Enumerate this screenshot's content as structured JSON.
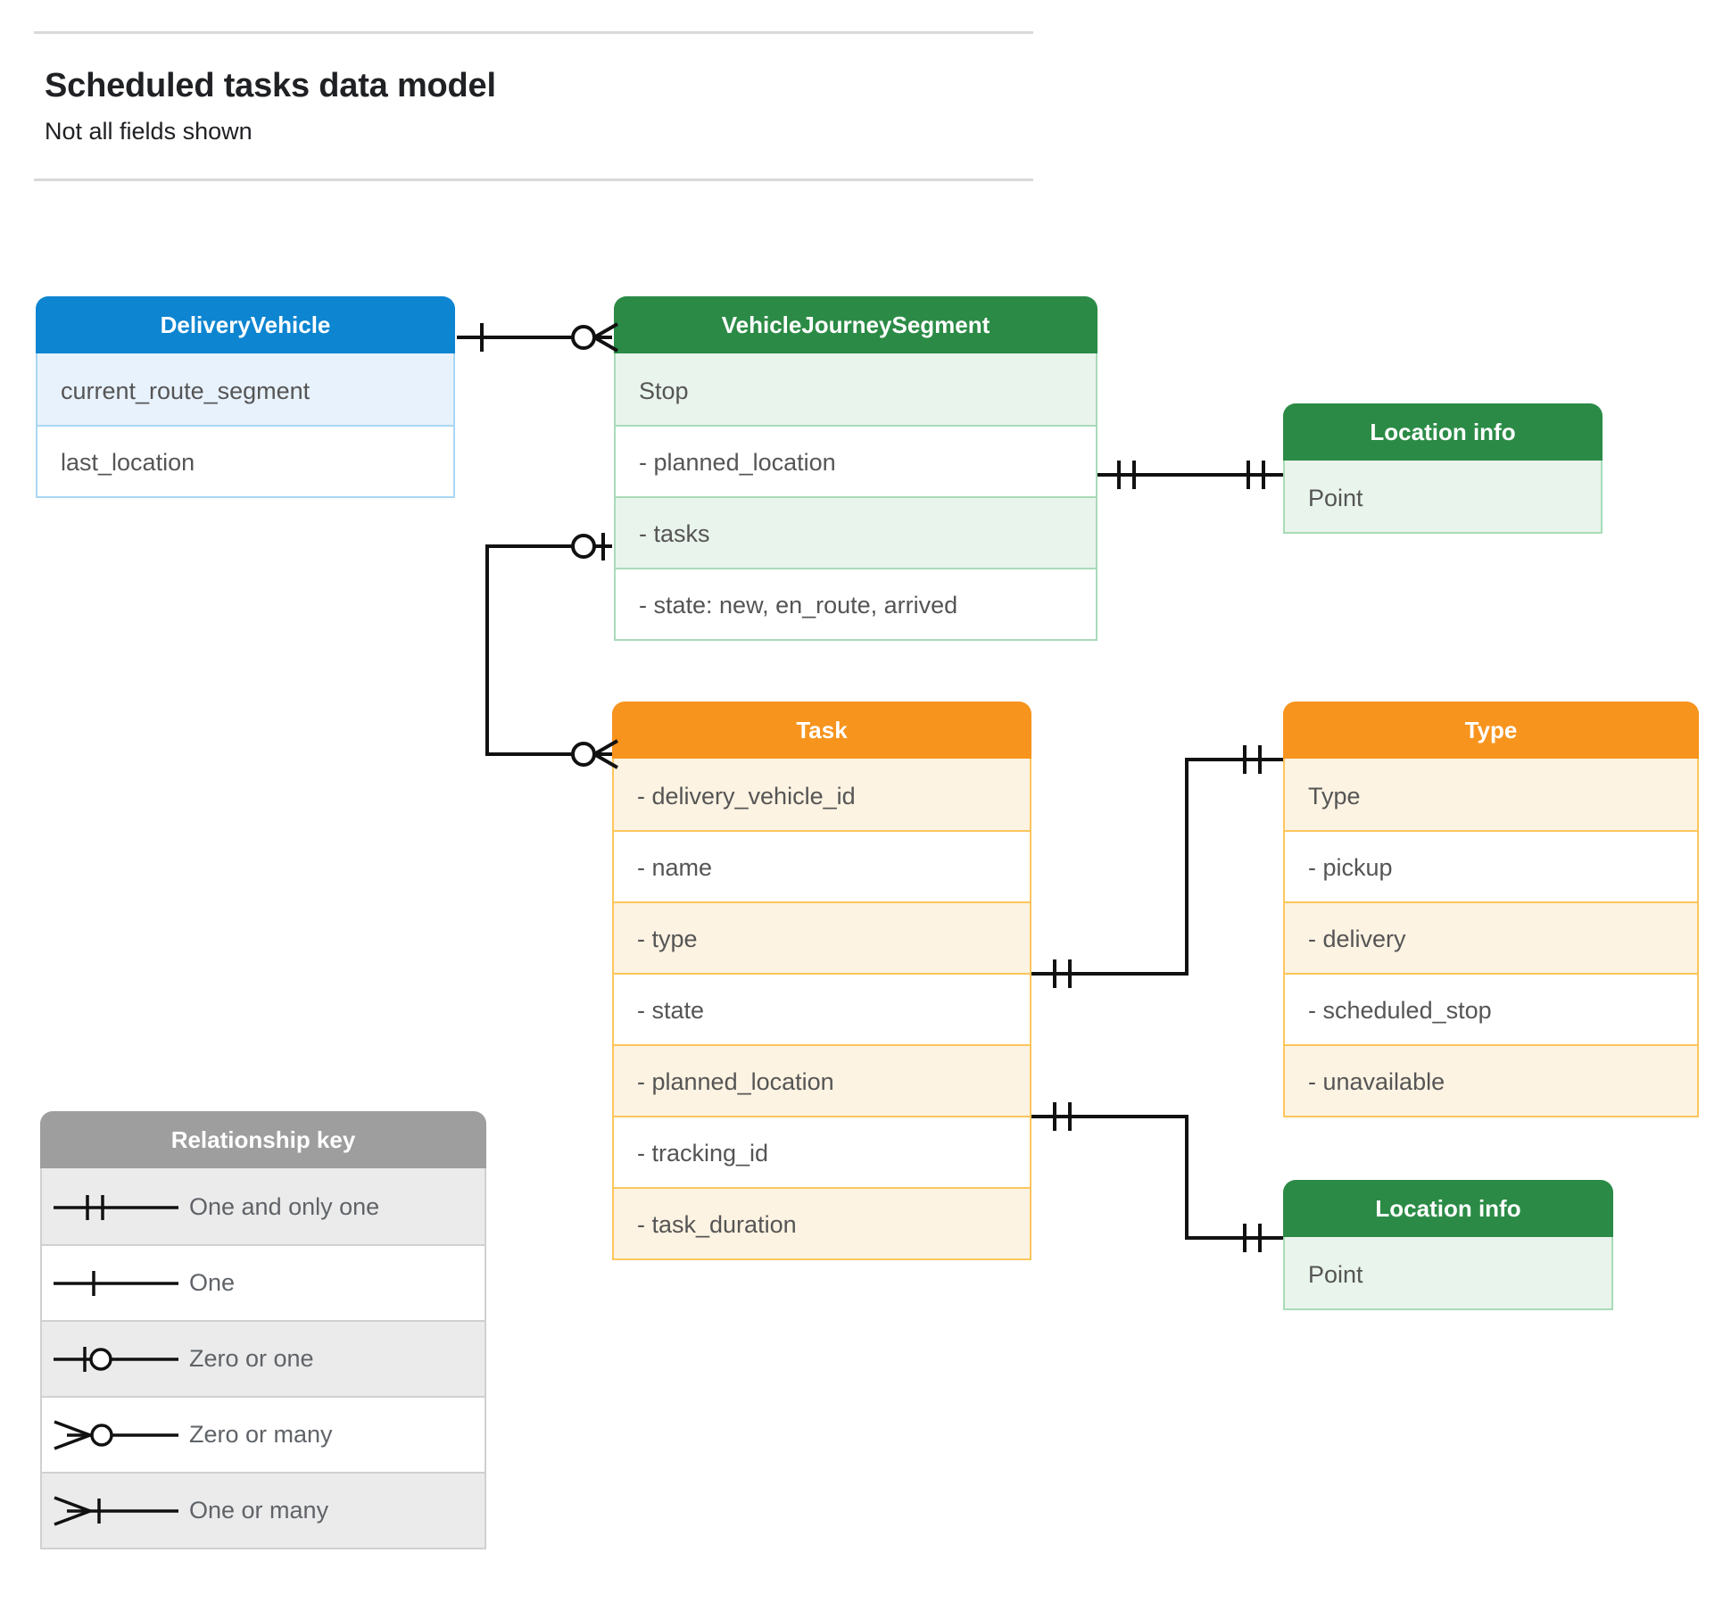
{
  "header": {
    "title": "Scheduled tasks data model",
    "subtitle": "Not all fields shown"
  },
  "colors": {
    "blue_header": "#0d85d1",
    "blue_tint": "#e8f2fd",
    "blue_border": "#a9d7f4",
    "green_header": "#2b8b46",
    "green_tint": "#e9f4ec",
    "green_border": "#a8dbb8",
    "orange_header": "#f7941e",
    "orange_tint": "#fdf3e2",
    "orange_border": "#fcc65c",
    "grey_header": "#9e9e9e",
    "grey_tint": "#ebebeb",
    "line": "#000000",
    "text": "#555555"
  },
  "entities": {
    "delivery_vehicle": {
      "title": "DeliveryVehicle",
      "rows": [
        {
          "label": "current_route_segment"
        },
        {
          "label": "last_location"
        }
      ]
    },
    "vehicle_journey_segment": {
      "title": "VehicleJourneySegment",
      "rows": [
        {
          "label": "Stop"
        },
        {
          "label": "-  planned_location"
        },
        {
          "label": "- tasks"
        },
        {
          "label": "- state: new, en_route, arrived"
        }
      ]
    },
    "location_info_top": {
      "title": "Location info",
      "rows": [
        {
          "label": "Point"
        }
      ]
    },
    "task": {
      "title": "Task",
      "rows": [
        {
          "label": "- delivery_vehicle_id"
        },
        {
          "label": "- name"
        },
        {
          "label": "- type"
        },
        {
          "label": "- state"
        },
        {
          "label": "- planned_location"
        },
        {
          "label": "- tracking_id"
        },
        {
          "label": "- task_duration"
        }
      ]
    },
    "type": {
      "title": "Type",
      "rows": [
        {
          "label": "Type"
        },
        {
          "label": "-   pickup"
        },
        {
          "label": "-   delivery"
        },
        {
          "label": "-   scheduled_stop"
        },
        {
          "label": "-   unavailable"
        }
      ]
    },
    "location_info_bottom": {
      "title": "Location info",
      "rows": [
        {
          "label": "Point"
        }
      ]
    }
  },
  "legend": {
    "title": "Relationship key",
    "items": [
      {
        "symbol": "one-and-only-one",
        "label": "One and only one"
      },
      {
        "symbol": "one",
        "label": "One"
      },
      {
        "symbol": "zero-or-one",
        "label": "Zero or one"
      },
      {
        "symbol": "zero-or-many",
        "label": "Zero or many"
      },
      {
        "symbol": "one-or-many",
        "label": "One or many"
      }
    ]
  },
  "relationships": [
    {
      "from": "delivery_vehicle",
      "from_cardinality": "one",
      "to": "vehicle_journey_segment",
      "to_cardinality": "zero-or-many"
    },
    {
      "from": "vehicle_journey_segment.planned_location",
      "from_cardinality": "one-and-only-one",
      "to": "location_info_top",
      "to_cardinality": "one-and-only-one"
    },
    {
      "from": "vehicle_journey_segment.tasks",
      "from_cardinality": "zero-or-one",
      "to": "task",
      "to_cardinality": "zero-or-many"
    },
    {
      "from": "task.type",
      "from_cardinality": "one-and-only-one",
      "to": "type",
      "to_cardinality": "one-and-only-one"
    },
    {
      "from": "task.planned_location",
      "from_cardinality": "one-and-only-one",
      "to": "location_info_bottom",
      "to_cardinality": "one-and-only-one"
    }
  ]
}
